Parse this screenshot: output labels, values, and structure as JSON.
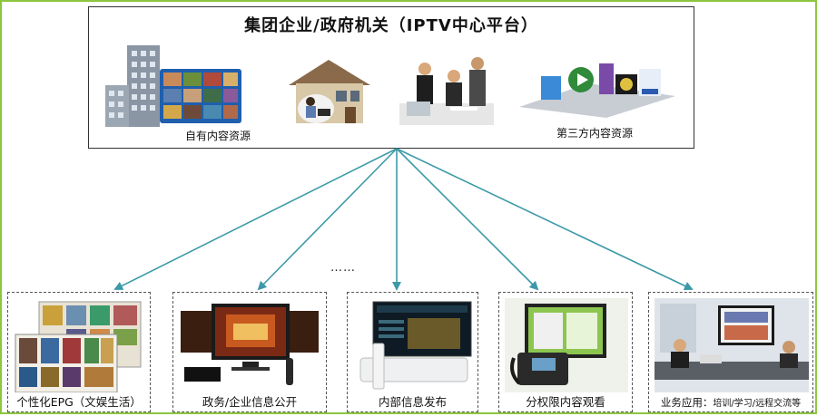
{
  "platform": {
    "title": "集团企业/政府机关（IPTV中心平台）",
    "own_content_label": "自有内容资源",
    "third_party_label": "第三方内容资源"
  },
  "ellipsis": "……",
  "panels": [
    {
      "caption": "个性化EPG（文娱生活）"
    },
    {
      "caption": "政务/企业信息公开"
    },
    {
      "caption": "内部信息发布"
    },
    {
      "caption": "分权限内容观看"
    },
    {
      "caption_main": "业务应用：",
      "caption_detail": "培训/学习/远程交流等"
    }
  ],
  "colors": {
    "border": "#8cc63e",
    "arrow": "#3d99a8"
  }
}
